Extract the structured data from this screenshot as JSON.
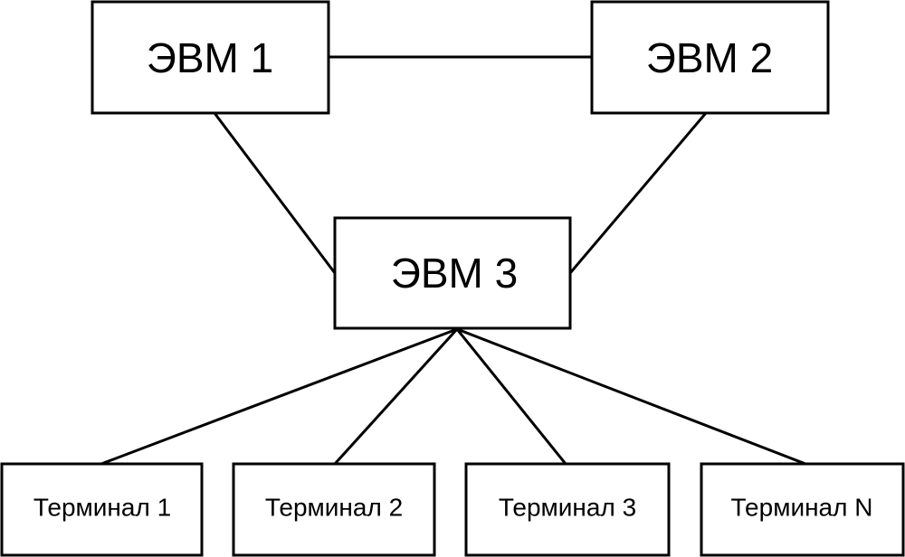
{
  "diagram": {
    "nodes": [
      {
        "id": "evm1",
        "label": "ЭВМ 1"
      },
      {
        "id": "evm2",
        "label": "ЭВМ 2"
      },
      {
        "id": "evm3",
        "label": "ЭВМ 3"
      },
      {
        "id": "term1",
        "label": "Терминал 1"
      },
      {
        "id": "term2",
        "label": "Терминал 2"
      },
      {
        "id": "term3",
        "label": "Терминал 3"
      },
      {
        "id": "termN",
        "label": "Терминал N"
      }
    ],
    "edges": [
      {
        "from": "evm1",
        "to": "evm2"
      },
      {
        "from": "evm1",
        "to": "evm3"
      },
      {
        "from": "evm2",
        "to": "evm3"
      },
      {
        "from": "evm3",
        "to": "term1"
      },
      {
        "from": "evm3",
        "to": "term2"
      },
      {
        "from": "evm3",
        "to": "term3"
      },
      {
        "from": "evm3",
        "to": "termN"
      }
    ]
  }
}
